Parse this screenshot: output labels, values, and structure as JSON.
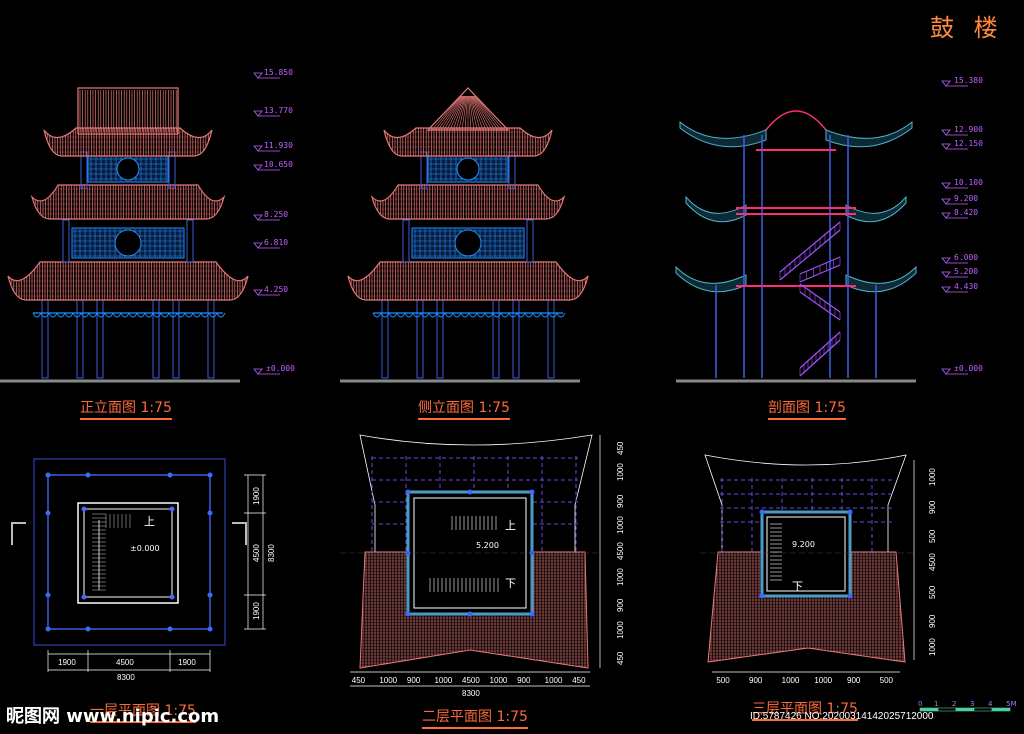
{
  "title": "鼓 楼",
  "captions": {
    "front_elevation": "正立面图 1:75",
    "side_elevation": "侧立面图 1:75",
    "section": "剖面图 1:75",
    "plan1": "一层平面图 1:75",
    "plan2": "二层平面图 1:75",
    "plan3": "三层平面图 1:75"
  },
  "levels": {
    "front": [
      "15.850",
      "13.770",
      "11.930",
      "10.650",
      "8.250",
      "6.810",
      "4.250",
      "±0.000"
    ],
    "section": [
      "15.380",
      "12.900",
      "12.150",
      "10.100",
      "9.200",
      "8.420",
      "6.000",
      "5.200",
      "4.430",
      "±0.000"
    ]
  },
  "plan1": {
    "up_label": "上",
    "elevation": "±0.000",
    "dims_bottom": [
      "1900",
      "4500",
      "1900"
    ],
    "dim_total": "8300",
    "dims_right": [
      "1900",
      "4500",
      "1900"
    ],
    "dim_right_total": "8300"
  },
  "plan2": {
    "up_label": "上",
    "down_label": "下",
    "elevation": "5.200",
    "dims_bottom": [
      "450",
      "1000",
      "900",
      "1000",
      "4500",
      "1000",
      "900",
      "1000",
      "450"
    ],
    "dim_total": "8300",
    "dims_right": [
      "450",
      "1000",
      "900",
      "1000",
      "4500",
      "1000",
      "900",
      "1000",
      "450"
    ]
  },
  "plan3": {
    "down_label": "下",
    "elevation": "9.200",
    "dims_bottom": [
      "500",
      "900",
      "1000",
      "1000",
      "900",
      "500"
    ],
    "dims_right": [
      "1000",
      "900",
      "500",
      "4500",
      "500",
      "900",
      "1000"
    ]
  },
  "scale_bar": [
    "0",
    "1",
    "2",
    "3",
    "4",
    "5M"
  ],
  "watermark": "昵图网 www.nipic.com",
  "image_id": "ID:5787426 NO:20200314142025712000",
  "colors": {
    "background": "#000000",
    "roof": "#e87a78",
    "lattice": "#1e90ff",
    "column": "#3a5adc",
    "stair": "#a050ff",
    "beam": "#ff2a7a",
    "caption": "#ff6a3a",
    "title": "#ff8a3c",
    "dimension": "#ffffff",
    "level": "#c060ff"
  }
}
